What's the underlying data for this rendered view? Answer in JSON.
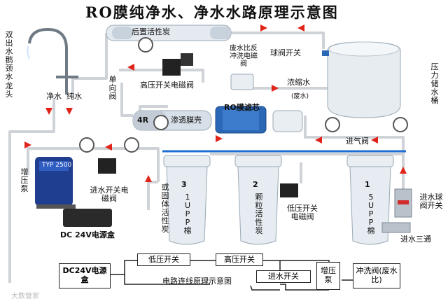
{
  "title": "RO膜纯净水、净水水路原理示意图",
  "labels": {
    "faucet": "双出水鹅颈水龙头",
    "outlet_pure_left": "净水",
    "outlet_pure_right": "纯水",
    "post_carbon": "后置活性炭",
    "ball_valve": "球阀开关",
    "pressure_tank": "压力储水桶",
    "check_valve": "单向阀",
    "hp_switch_valve": "高压开关电磁阀",
    "waste_ratio": "废水比反冲洗电磁阀",
    "concentrate": "浓缩水",
    "waste_note": "(废水)",
    "ro_membrane": "RO膜滤芯",
    "membrane_shell": "渗透膜壳",
    "membrane_num": "4",
    "membrane_prefix": "R",
    "inlet_valve": "进气阀",
    "booster_pump": "增压泵",
    "inlet_switch_valve": "进水开关电磁阀",
    "dc_box": "DC 24V电源盒",
    "filter3": "3或固体活性炭1UPP棉",
    "filter3_num": "3",
    "filter3_text": "1UPP棉",
    "filter3_side": "或固体活性炭",
    "filter2_num": "2",
    "filter2_text": "颗粒活性炭",
    "filter1_num": "1",
    "filter1_text": "5UPP棉",
    "lp_switch_valve": "低压开关电磁阀",
    "inlet_ball_valve": "进水球阀开关",
    "inlet_tee": "进水三通",
    "pump_brand": "TYP 2500",
    "watermark": "大数管家"
  },
  "circuit": {
    "title": "电路连线原理示意图",
    "power": "DC24V电源盒",
    "low_pressure": "低压开关",
    "high_pressure": "高压开关",
    "inlet_switch": "进水开关",
    "pump": "增压泵",
    "flush_valve": "冲洗阀(废水比)"
  },
  "colors": {
    "pipe": "#cfd3d8",
    "flow_arrow": "#e0241a",
    "water_line": "#1e6fd1",
    "tank": "#e6ecef",
    "shell_blue": "#2a67b5"
  }
}
